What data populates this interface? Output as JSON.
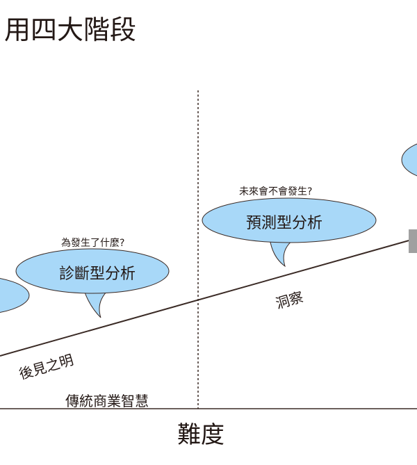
{
  "title": "用四大階段",
  "axis_label": "難度",
  "zone_label": "傳統商業智慧",
  "line_labels": {
    "hindsight": "後見之明",
    "insight": "洞察"
  },
  "bubbles": [
    {
      "label": "診斷型分析",
      "question": "為發生了什麼?"
    },
    {
      "label": "預測型分析",
      "question": "未來會不會發生?"
    }
  ],
  "colors": {
    "bubble": "#a8d8f8",
    "line": "#3a2a25",
    "box": "#a0a0a0"
  }
}
